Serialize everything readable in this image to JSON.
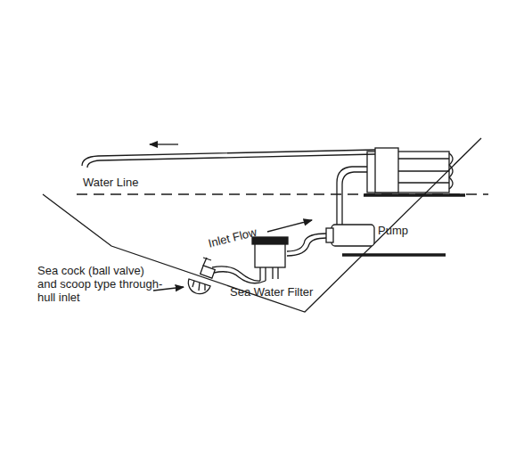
{
  "diagram": {
    "labels": [
      "Water Line",
      "Inlet Flow",
      "Pump",
      "Sea cock (ball valve) and scoop type through-hull inlet",
      "Sea Water Filter"
    ]
  }
}
